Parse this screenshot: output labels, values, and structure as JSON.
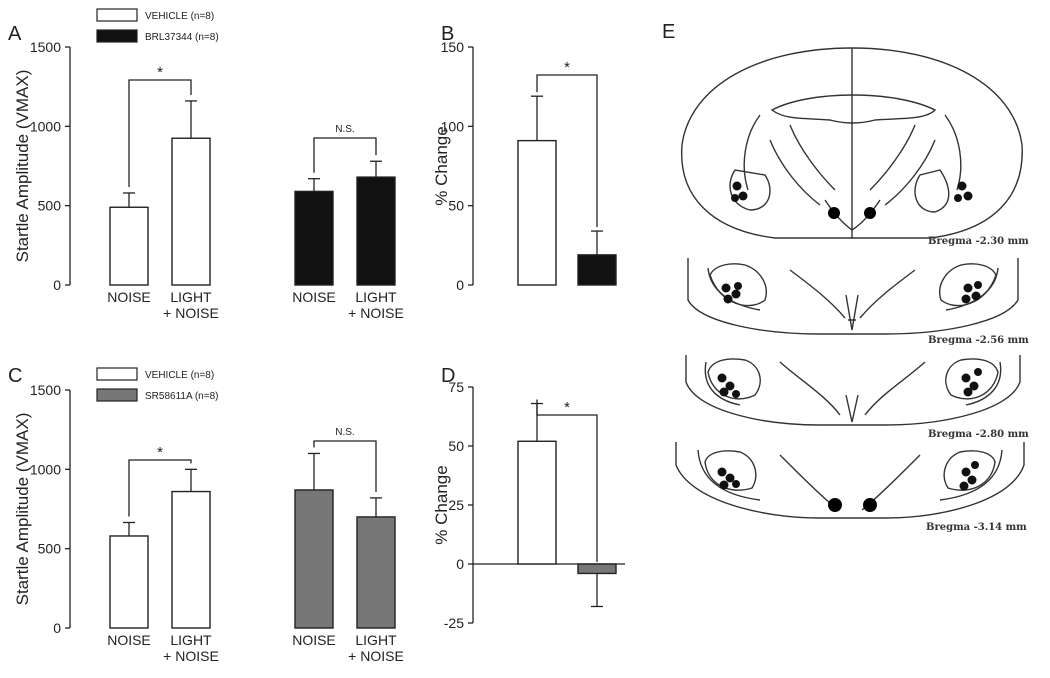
{
  "chart_data": [
    {
      "panel": "A",
      "type": "bar",
      "ylabel": "Startle Amplitude (VMAX)",
      "ylim": [
        0,
        1500
      ],
      "yticks": [
        0,
        500,
        1000,
        1500
      ],
      "categories": [
        "NOISE",
        "LIGHT\n+ NOISE",
        "NOISE",
        "LIGHT\n+ NOISE"
      ],
      "legend": [
        {
          "name": "VEHICLE (n=8)",
          "color": "#ffffff"
        },
        {
          "name": "BRL37344 (n=8)",
          "color": "#111111"
        }
      ],
      "bars": [
        {
          "value": 490,
          "error": 90,
          "color": "#ffffff"
        },
        {
          "value": 925,
          "error": 235,
          "color": "#ffffff"
        },
        {
          "value": 590,
          "error": 80,
          "color": "#111111"
        },
        {
          "value": 680,
          "error": 100,
          "color": "#111111"
        }
      ],
      "annotations": [
        {
          "text": "*",
          "from": 0,
          "to": 1
        },
        {
          "text": "N.S.",
          "from": 2,
          "to": 3
        }
      ]
    },
    {
      "panel": "B",
      "type": "bar",
      "ylabel": "% Change",
      "ylim": [
        0,
        150
      ],
      "yticks": [
        0,
        50,
        100,
        150
      ],
      "bars": [
        {
          "value": 91,
          "error": 28,
          "color": "#ffffff"
        },
        {
          "value": 19,
          "error": 15,
          "color": "#111111"
        }
      ],
      "annotations": [
        {
          "text": "*",
          "from": 0,
          "to": 1
        }
      ]
    },
    {
      "panel": "C",
      "type": "bar",
      "ylabel": "Startle Amplitude (VMAX)",
      "ylim": [
        0,
        1500
      ],
      "yticks": [
        0,
        500,
        1000,
        1500
      ],
      "categories": [
        "NOISE",
        "LIGHT\n+ NOISE",
        "NOISE",
        "LIGHT\n+ NOISE"
      ],
      "legend": [
        {
          "name": "VEHICLE (n=8)",
          "color": "#ffffff"
        },
        {
          "name": "SR58611A (n=8)",
          "color": "#777777"
        }
      ],
      "bars": [
        {
          "value": 580,
          "error": 85,
          "color": "#ffffff"
        },
        {
          "value": 860,
          "error": 140,
          "color": "#ffffff"
        },
        {
          "value": 870,
          "error": 230,
          "color": "#777777"
        },
        {
          "value": 700,
          "error": 120,
          "color": "#777777"
        }
      ],
      "annotations": [
        {
          "text": "*",
          "from": 0,
          "to": 1
        },
        {
          "text": "N.S.",
          "from": 2,
          "to": 3
        }
      ]
    },
    {
      "panel": "D",
      "type": "bar",
      "ylabel": "% Change",
      "ylim": [
        -25,
        75
      ],
      "yticks": [
        -25,
        0,
        25,
        50,
        75
      ],
      "bars": [
        {
          "value": 52,
          "error": 16,
          "color": "#ffffff"
        },
        {
          "value": -4,
          "error": 14,
          "color": "#777777"
        }
      ],
      "annotations": [
        {
          "text": "*",
          "from": 0,
          "to": 1
        }
      ]
    }
  ],
  "panel_e": {
    "label": "E",
    "sections": [
      "Bregma -2.30 mm",
      "Bregma -2.56 mm",
      "Bregma -2.80 mm",
      "Bregma -3.14 mm"
    ]
  }
}
